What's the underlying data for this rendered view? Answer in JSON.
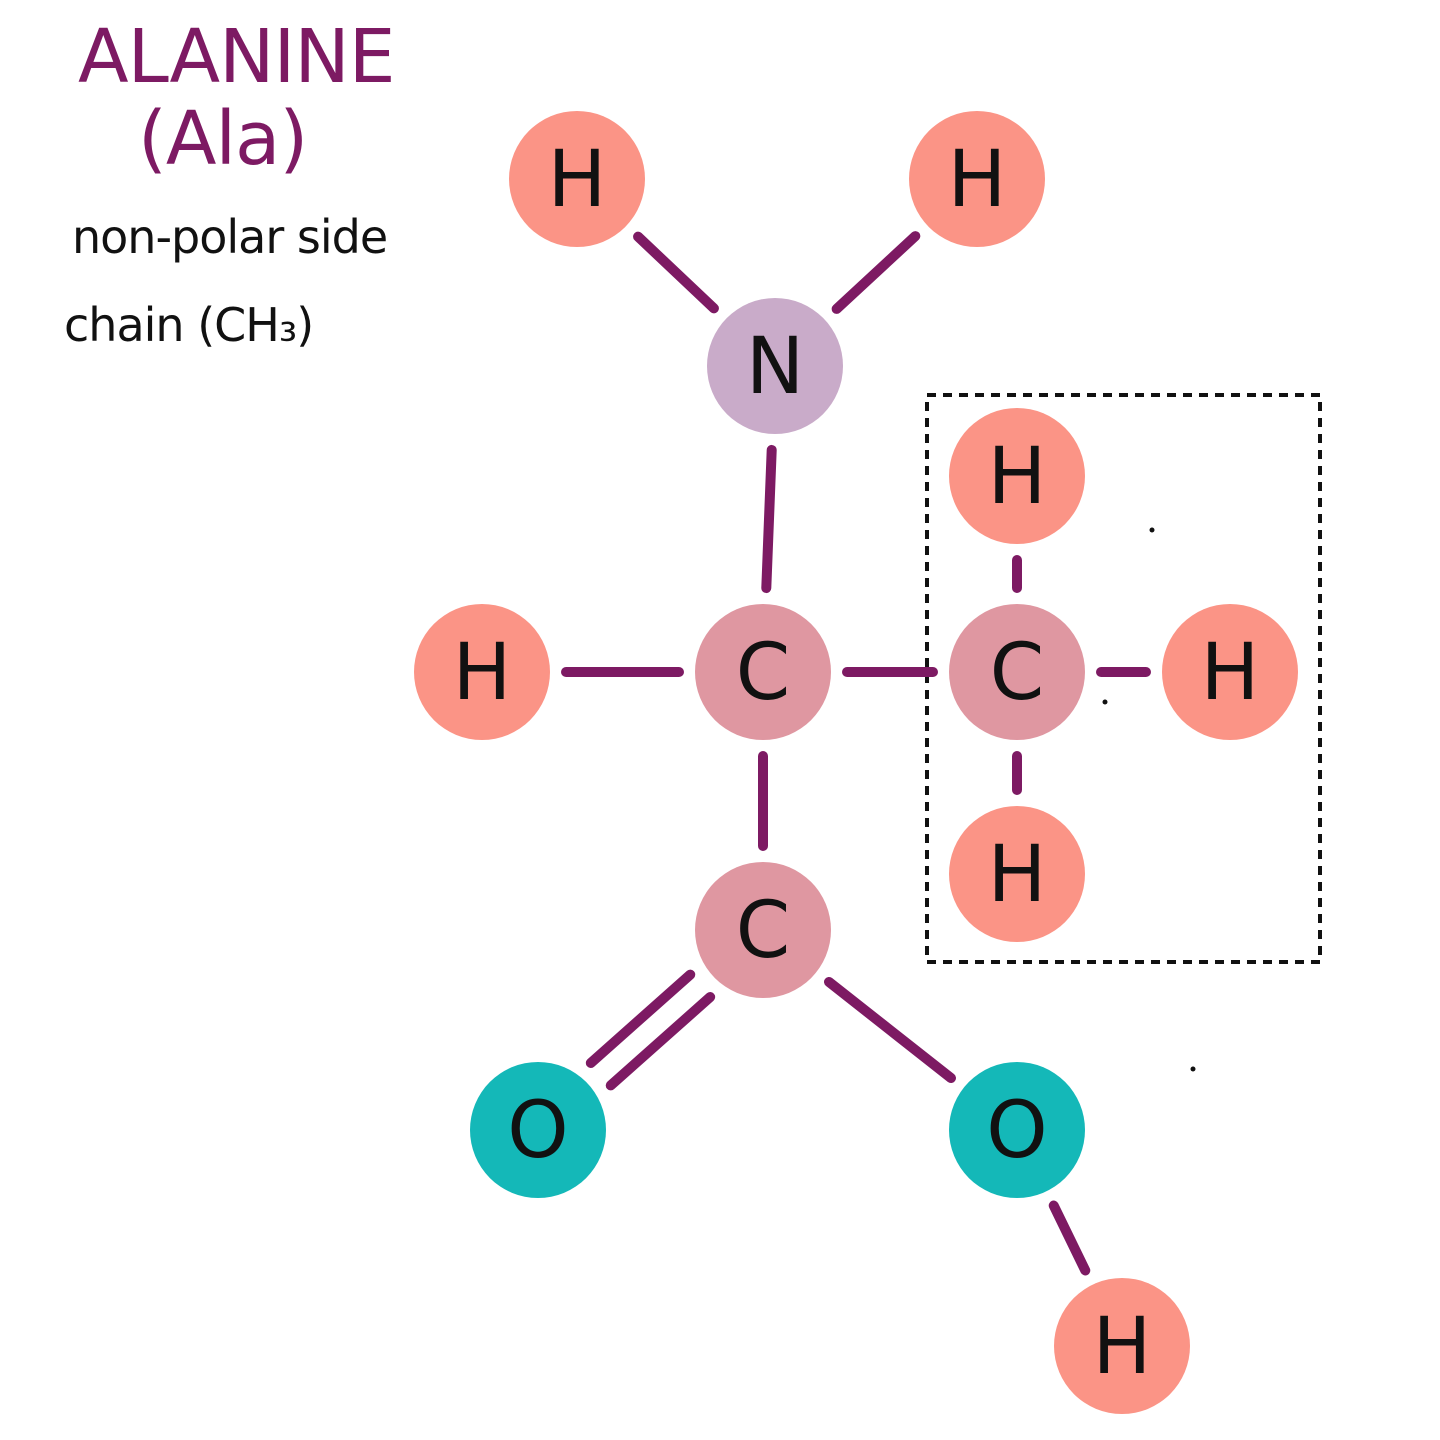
{
  "title": {
    "line1": "ALANINE",
    "line2": "(Ala)"
  },
  "caption": {
    "line1": "non-polar side",
    "line2": "chain (CH₃)"
  },
  "colors": {
    "title": "#7d1a63",
    "bond": "#7d1a63",
    "hydrogen": "#fb9486",
    "nitrogen": "#c9abc9",
    "carbon": "#df97a1",
    "oxygen": "#14b8b8",
    "label": "#111111",
    "highlight_box": "#111111"
  },
  "atoms": [
    {
      "id": "H1",
      "element": "H"
    },
    {
      "id": "H2",
      "element": "H"
    },
    {
      "id": "N",
      "element": "N"
    },
    {
      "id": "H3",
      "element": "H"
    },
    {
      "id": "C1",
      "element": "C"
    },
    {
      "id": "C2",
      "element": "C"
    },
    {
      "id": "C3",
      "element": "C"
    },
    {
      "id": "H4",
      "element": "H"
    },
    {
      "id": "H5",
      "element": "H"
    },
    {
      "id": "H6",
      "element": "H"
    },
    {
      "id": "O1",
      "element": "O"
    },
    {
      "id": "O2",
      "element": "O"
    },
    {
      "id": "H7",
      "element": "H"
    }
  ],
  "bonds": [
    {
      "from": "H1",
      "to": "N",
      "order": 1
    },
    {
      "from": "H2",
      "to": "N",
      "order": 1
    },
    {
      "from": "N",
      "to": "C1",
      "order": 1
    },
    {
      "from": "H3",
      "to": "C1",
      "order": 1
    },
    {
      "from": "C1",
      "to": "C2",
      "order": 1
    },
    {
      "from": "C1",
      "to": "C3",
      "order": 1
    },
    {
      "from": "C2",
      "to": "H4",
      "order": 1
    },
    {
      "from": "C2",
      "to": "H5",
      "order": 1
    },
    {
      "from": "C2",
      "to": "H6",
      "order": 1
    },
    {
      "from": "C3",
      "to": "O1",
      "order": 2
    },
    {
      "from": "C3",
      "to": "O2",
      "order": 1
    },
    {
      "from": "O2",
      "to": "H7",
      "order": 1
    }
  ],
  "highlight": {
    "atoms": [
      "C2",
      "H4",
      "H5",
      "H6"
    ],
    "style": "dashed"
  }
}
